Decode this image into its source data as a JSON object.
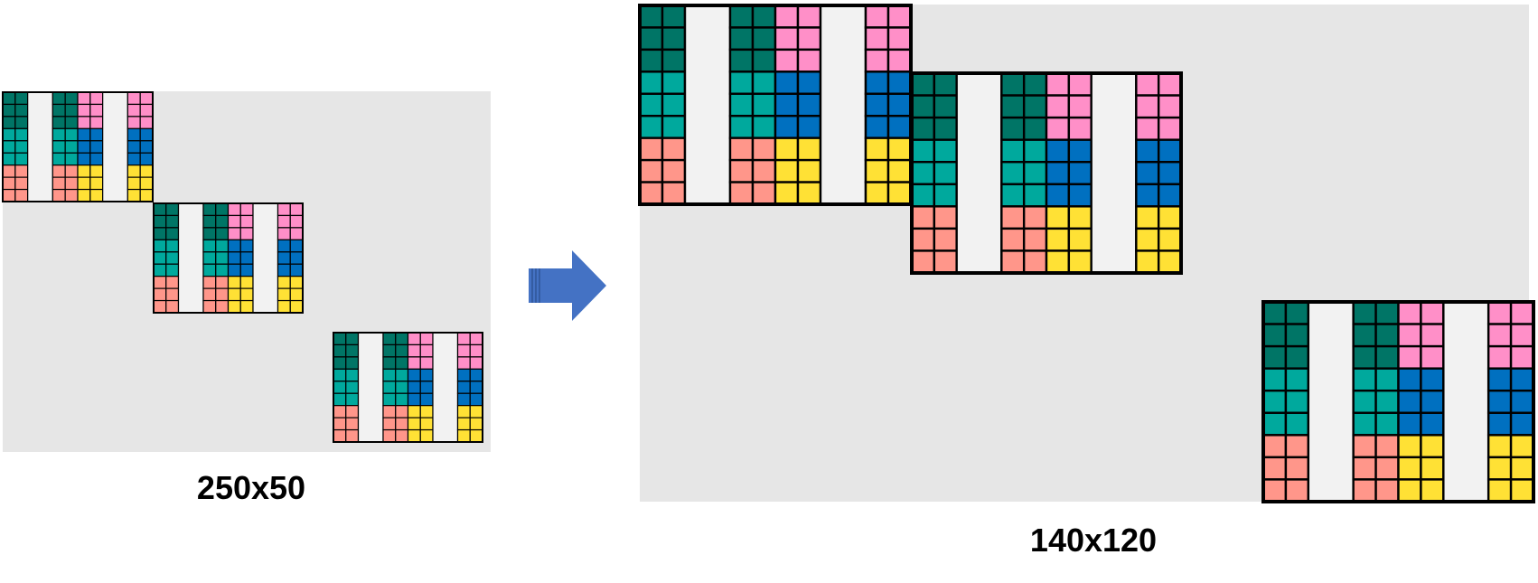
{
  "left_diagram": {
    "label": "250x50"
  },
  "right_diagram": {
    "label": "140x120"
  },
  "arrow": {
    "icon": "right-arrow-icon",
    "color": "#4472c4"
  },
  "colors": {
    "panel_background": "#e6e6e6",
    "dark_teal": "#007566",
    "teal": "#00a99d",
    "salmon": "#ff968a",
    "pink": "#ff8fc8",
    "blue": "#0070c0",
    "yellow": "#ffe135",
    "empty": "#f2f2f2",
    "border": "#000000"
  },
  "block_pattern": {
    "rows": 9,
    "columns": [
      {
        "segments": [
          "dark_teal",
          "dark_teal",
          "dark_teal",
          "teal",
          "teal",
          "teal",
          "salmon",
          "salmon",
          "salmon"
        ],
        "width": 2
      },
      {
        "segments": [
          "empty"
        ],
        "width": 2
      },
      {
        "segments": [
          "dark_teal",
          "dark_teal",
          "dark_teal",
          "teal",
          "teal",
          "teal",
          "salmon",
          "salmon",
          "salmon"
        ],
        "width": 2
      },
      {
        "segments": [
          "pink",
          "pink",
          "pink",
          "blue",
          "blue",
          "blue",
          "yellow",
          "yellow",
          "yellow"
        ],
        "width": 2
      },
      {
        "segments": [
          "empty"
        ],
        "width": 2
      },
      {
        "segments": [
          "pink",
          "pink",
          "pink",
          "blue",
          "blue",
          "blue",
          "yellow",
          "yellow",
          "yellow"
        ],
        "width": 2
      }
    ]
  }
}
